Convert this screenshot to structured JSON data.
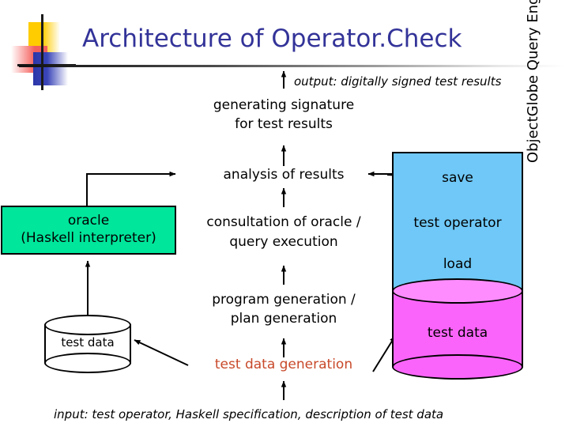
{
  "slide": {
    "title": "Architecture of Operator.Check",
    "background_color": "#ffffff",
    "title_color": "#333399"
  },
  "logo": {
    "name": "blends-design-logo",
    "yellow": "#FFCC00",
    "red": "#F4605C",
    "blue": "#2B36A8"
  },
  "flow": {
    "output_label": "output: digitally signed test results",
    "input_label": "input: test operator, Haskell specification, description of test data",
    "step_signature_line1": "generating signature",
    "step_signature_line2": "for test results",
    "step_analysis": "analysis of results",
    "step_consultation_line1": "consultation of oracle /",
    "step_consultation_line2": "query execution",
    "step_program_line1": "program generation /",
    "step_program_line2": "plan generation",
    "step_testdata_generation": "test data generation",
    "testdata_generation_color": "#C8492A"
  },
  "oracle": {
    "line1": "oracle",
    "line2": "(Haskell interpreter)",
    "fill": "#00E69B",
    "stroke": "#000000"
  },
  "local_store": {
    "label": "test data"
  },
  "engine": {
    "vertical_label": "ObjectGlobe Query Engine",
    "blue_fill": "#6FC8F7",
    "magenta_fill": "#FA64FA",
    "save_label": "save",
    "test_operator_label": "test operator",
    "load_label": "load",
    "test_data_label": "test data"
  }
}
